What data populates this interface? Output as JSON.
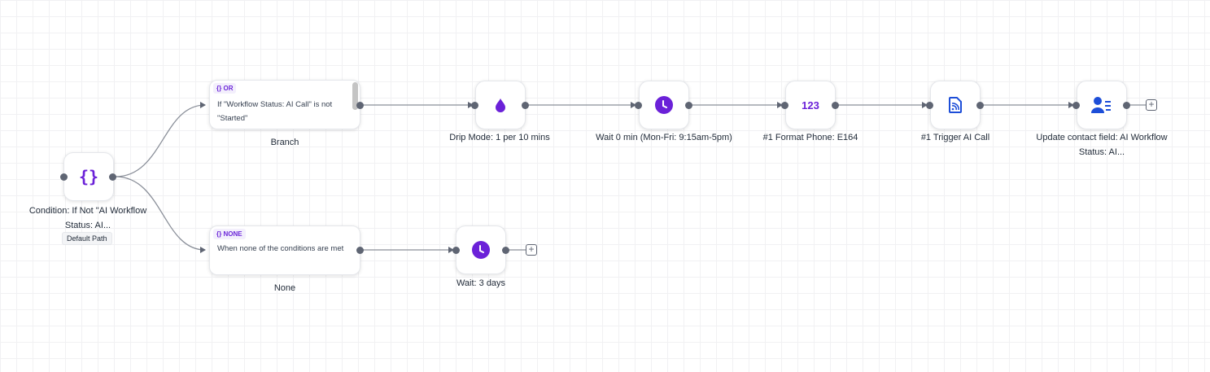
{
  "colors": {
    "accent": "#6b21d8",
    "blue": "#1d4ed8",
    "wire": "#8a8f99",
    "port": "#5f6573"
  },
  "condition": {
    "label": "Condition: If Not \"AI Workflow Status: AI...",
    "badge": "Default Path",
    "icon": "curly-braces-icon"
  },
  "branches": [
    {
      "tag": "OR",
      "text": "If \"Workflow Status: AI Call\" is not \"Started\"",
      "label": "Branch"
    },
    {
      "tag": "NONE",
      "text": "When none of the conditions are met",
      "label": "None"
    }
  ],
  "tag_icon": "{}",
  "steps": [
    {
      "label": "Drip Mode: 1 per 10 mins",
      "icon": "drop-icon"
    },
    {
      "label": "Wait 0 min (Mon-Fri: 9:15am-5pm)",
      "icon": "clock-icon"
    },
    {
      "label": "#1 Format Phone: E164",
      "icon": "number-icon",
      "glyph": "123"
    },
    {
      "label": "#1 Trigger AI Call",
      "icon": "document-rss-icon"
    },
    {
      "label": "Update contact field: AI Workflow Status: AI...",
      "icon": "user-list-icon"
    }
  ],
  "none_steps": [
    {
      "label": "Wait: 3 days",
      "icon": "clock-icon"
    }
  ],
  "add_glyph": "+"
}
